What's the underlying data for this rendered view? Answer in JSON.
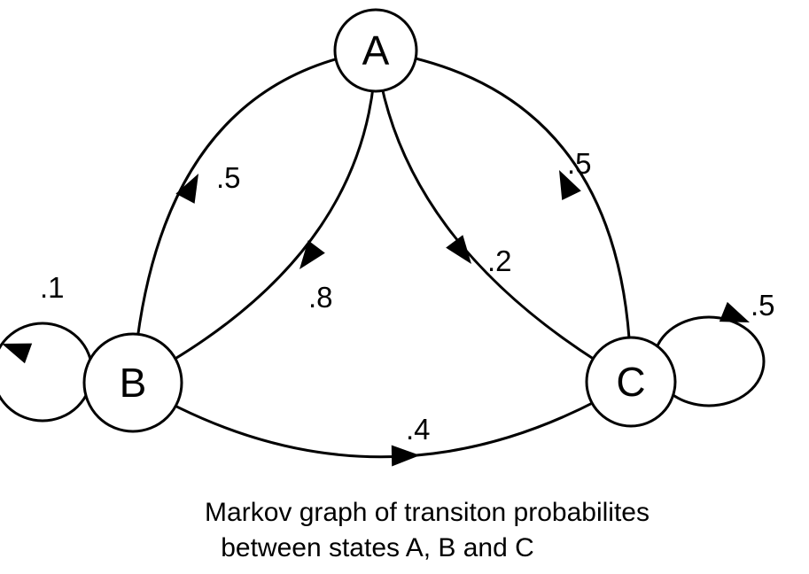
{
  "diagram": {
    "title": "Markov graph",
    "caption": {
      "line1": "Markov graph of transiton probabilites",
      "line2": "between states A, B and C"
    },
    "colors": {
      "line": "#000000",
      "background": "#ffffff"
    },
    "nodes": [
      {
        "id": "A",
        "label": "A"
      },
      {
        "id": "B",
        "label": "B"
      },
      {
        "id": "C",
        "label": "C"
      }
    ],
    "edges": [
      {
        "from": "B",
        "to": "A",
        "probability": ".5"
      },
      {
        "from": "A",
        "to": "B",
        "probability": ".8"
      },
      {
        "from": "A",
        "to": "C",
        "probability": ".2"
      },
      {
        "from": "C",
        "to": "A",
        "probability": ".5"
      },
      {
        "from": "B",
        "to": "C",
        "probability": ".4"
      },
      {
        "from": "B",
        "to": "B",
        "probability": ".1"
      },
      {
        "from": "C",
        "to": "C",
        "probability": ".5"
      }
    ]
  }
}
